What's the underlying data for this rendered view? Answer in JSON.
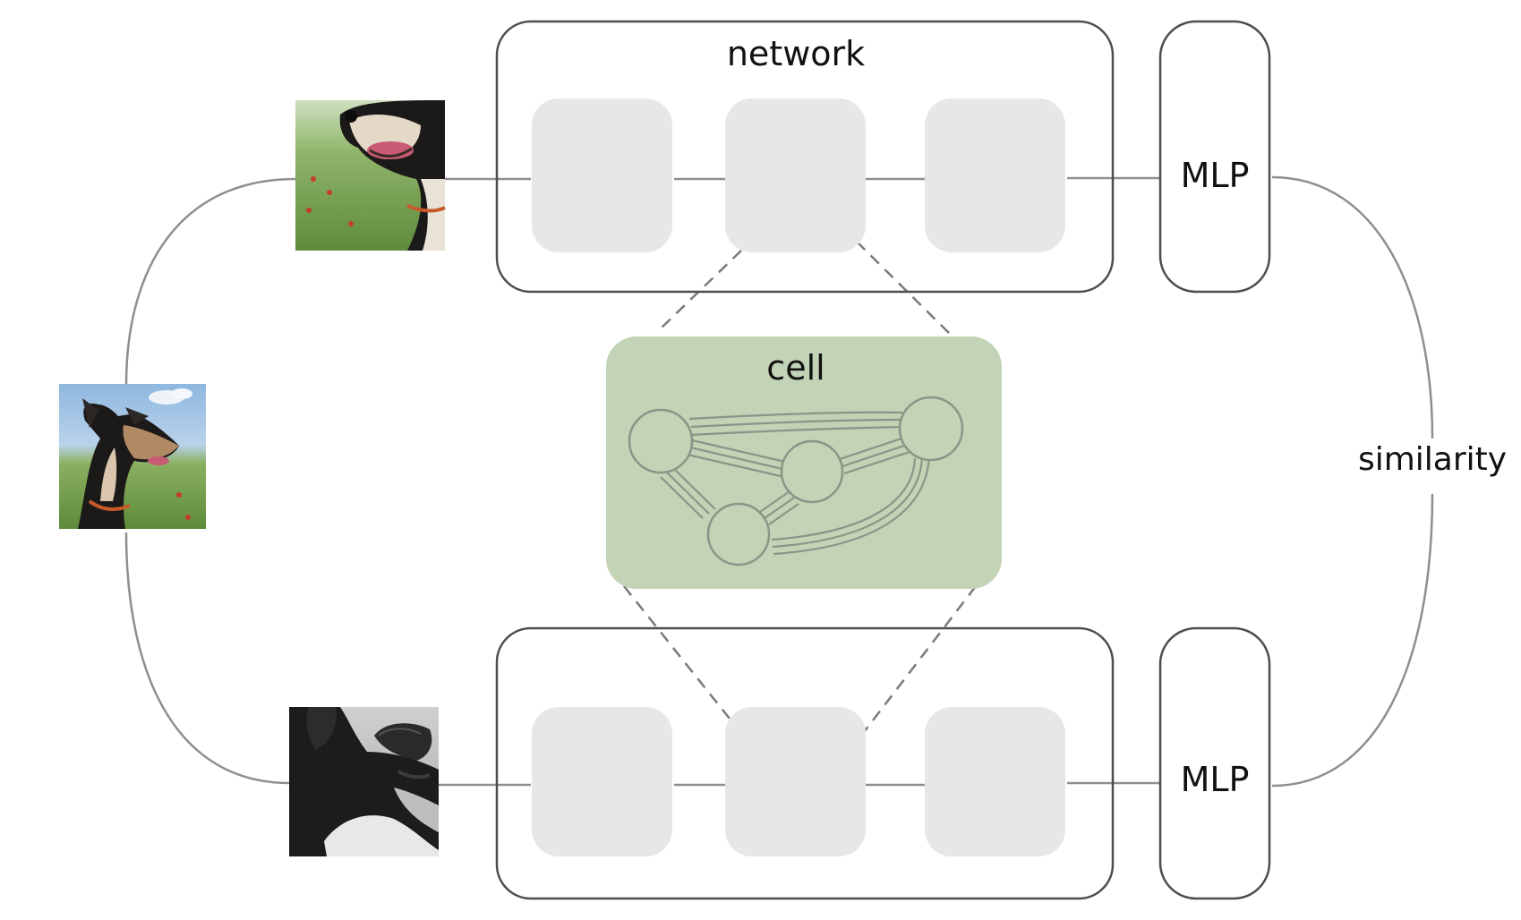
{
  "labels": {
    "network": "network",
    "cell": "cell",
    "mlp_top": "MLP",
    "mlp_bottom": "MLP",
    "similarity": "similarity"
  },
  "colors": {
    "line": "#8f8f8f",
    "box_stroke": "#4d4d4d",
    "block_fill": "#e6e7e8",
    "cell_fill": "#c3d3b5",
    "cell_graph": "#8c9488",
    "dashed": "#7a7a7a"
  },
  "images": {
    "original": "dog photo (original)",
    "view_top": "dog photo (augmented crop)",
    "view_bottom": "dog photo (grayscale crop)"
  }
}
